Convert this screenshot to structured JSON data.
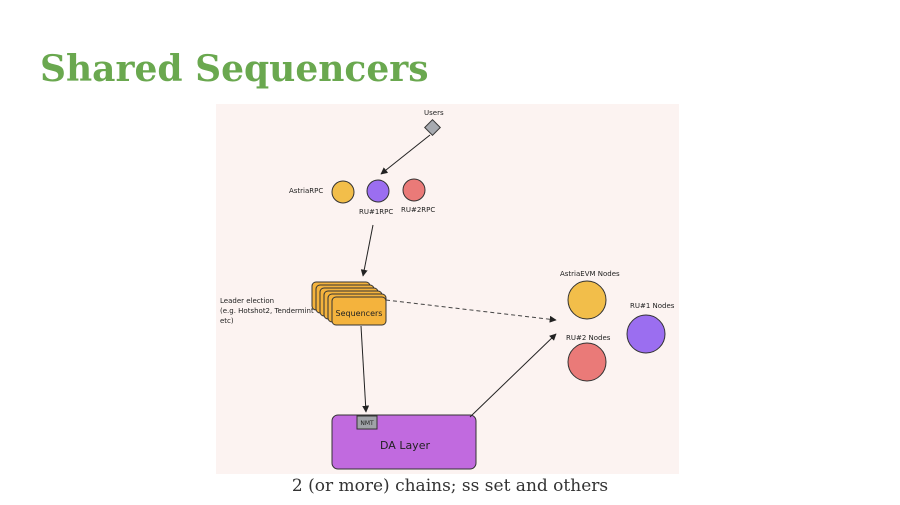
{
  "slide": {
    "title": "Shared Sequencers",
    "caption": "2 (or more) chains; ss set and others"
  },
  "diagram": {
    "users_label": "Users",
    "rpc_labels": [
      "AstriaRPC",
      "RU#1RPC",
      "RU#2RPC"
    ],
    "leader_election_lines": [
      "Leader election",
      "(e.g. Hotshot2, Tendermint",
      "etc)"
    ],
    "sequencers_label": "Sequencers",
    "da_layer_label": "DA Layer",
    "nmt_label": "NMT",
    "node_labels": [
      "AstriaEVM Nodes",
      "RU#1 Nodes",
      "RU#2 Nodes"
    ],
    "colors": {
      "astria": "#f2be4a",
      "ru1": "#9b6ef0",
      "ru2": "#ea7a78",
      "sequencer": "#f4b33d",
      "da_layer": "#c16adf",
      "users": "#a7aab0"
    }
  }
}
